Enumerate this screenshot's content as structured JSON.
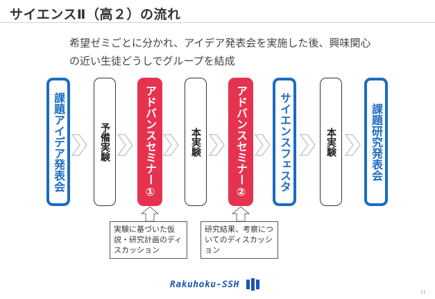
{
  "slide": {
    "title": "サイエンスⅡ（高２）の流れ",
    "intro_line1": "希望ゼミごとに分かれ、アイデア発表会を実施した後、興味関心",
    "intro_line2": "の近い生徒どうしでグループを結成",
    "steps": [
      {
        "label": "課題アイデア発表会",
        "style": "blue"
      },
      {
        "label": "予備実験",
        "style": "gray"
      },
      {
        "label": "アドバンスセミナー①",
        "style": "red"
      },
      {
        "label": "本実験",
        "style": "gray"
      },
      {
        "label": "アドバンスセミナー②",
        "style": "red"
      },
      {
        "label": "サイエンスフェスタ",
        "style": "blue"
      },
      {
        "label": "本実験",
        "style": "gray"
      },
      {
        "label": "課題研究発表会",
        "style": "blue"
      }
    ],
    "note1": "実験に基づいた仮説・研究計画のディスカッション",
    "note2": "研究結果、考察についてのディスカッション",
    "footer_logo": "Rakuhoku-SSH",
    "page_number": "11"
  },
  "colors": {
    "blue": "#1a6cc0",
    "red": "#e5334f",
    "gray_border": "#333333",
    "arrow": "#c8c8c8"
  }
}
